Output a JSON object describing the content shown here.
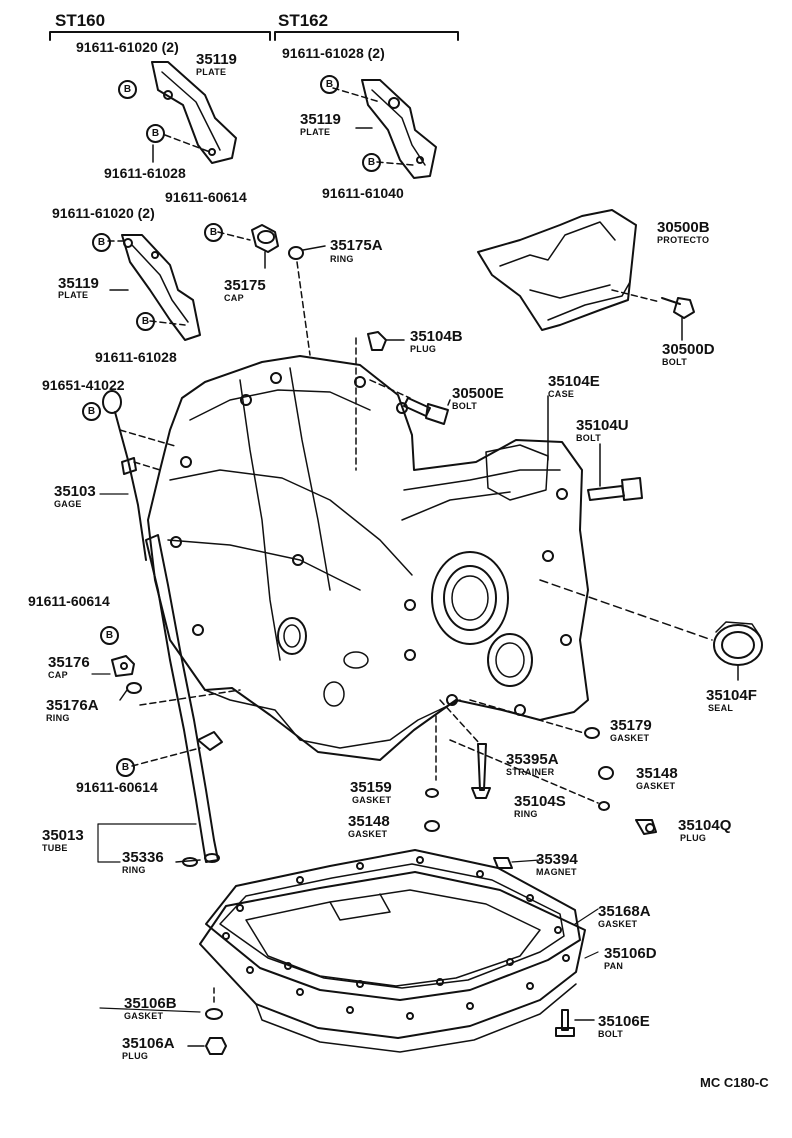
{
  "diagram": {
    "figure_code": "MC C180-C",
    "variants": [
      {
        "code": "ST160"
      },
      {
        "code": "ST162"
      }
    ],
    "bolt_marker": "B",
    "labels": [
      {
        "id": "l_91611_61020_a",
        "part": "91611-61020 (2)",
        "name": ""
      },
      {
        "id": "l_35119_a",
        "part": "35119",
        "name": "PLATE"
      },
      {
        "id": "l_91611_61028_a",
        "part": "91611-61028",
        "name": ""
      },
      {
        "id": "l_91611_61028_2",
        "part": "91611-61028 (2)",
        "name": ""
      },
      {
        "id": "l_35119_b",
        "part": "35119",
        "name": "PLATE"
      },
      {
        "id": "l_91611_61040",
        "part": "91611-61040",
        "name": ""
      },
      {
        "id": "l_91611_61020_b",
        "part": "91611-61020 (2)",
        "name": ""
      },
      {
        "id": "l_91611_60614_a",
        "part": "91611-60614",
        "name": ""
      },
      {
        "id": "l_35175a",
        "part": "35175A",
        "name": "RING"
      },
      {
        "id": "l_35119_c",
        "part": "35119",
        "name": "PLATE"
      },
      {
        "id": "l_35175",
        "part": "35175",
        "name": "CAP"
      },
      {
        "id": "l_30500b",
        "part": "30500B",
        "name": "PROTECTO"
      },
      {
        "id": "l_91611_61028_b",
        "part": "91611-61028",
        "name": ""
      },
      {
        "id": "l_35104b",
        "part": "35104B",
        "name": "PLUG"
      },
      {
        "id": "l_30500d",
        "part": "30500D",
        "name": "BOLT"
      },
      {
        "id": "l_91651_41022",
        "part": "91651-41022",
        "name": ""
      },
      {
        "id": "l_30500e",
        "part": "30500E",
        "name": "BOLT"
      },
      {
        "id": "l_35104e",
        "part": "35104E",
        "name": "CASE"
      },
      {
        "id": "l_35104u",
        "part": "35104U",
        "name": "BOLT"
      },
      {
        "id": "l_35103",
        "part": "35103",
        "name": "GAGE"
      },
      {
        "id": "l_91611_60614_b",
        "part": "91611-60614",
        "name": ""
      },
      {
        "id": "l_35176",
        "part": "35176",
        "name": "CAP"
      },
      {
        "id": "l_35104f",
        "part": "35104F",
        "name": "SEAL"
      },
      {
        "id": "l_35176a",
        "part": "35176A",
        "name": "RING"
      },
      {
        "id": "l_35179",
        "part": "35179",
        "name": "GASKET"
      },
      {
        "id": "l_35395a",
        "part": "35395A",
        "name": "STRAINER"
      },
      {
        "id": "l_91611_60614_c",
        "part": "91611-60614",
        "name": ""
      },
      {
        "id": "l_35148_a",
        "part": "35148",
        "name": "GASKET"
      },
      {
        "id": "l_35159",
        "part": "35159",
        "name": "GASKET"
      },
      {
        "id": "l_35104s",
        "part": "35104S",
        "name": "RING"
      },
      {
        "id": "l_35148_b",
        "part": "35148",
        "name": "GASKET"
      },
      {
        "id": "l_35104q",
        "part": "35104Q",
        "name": "PLUG"
      },
      {
        "id": "l_35013",
        "part": "35013",
        "name": "TUBE"
      },
      {
        "id": "l_35336",
        "part": "35336",
        "name": "RING"
      },
      {
        "id": "l_35394",
        "part": "35394",
        "name": "MAGNET"
      },
      {
        "id": "l_35168a",
        "part": "35168A",
        "name": "GASKET"
      },
      {
        "id": "l_35106d",
        "part": "35106D",
        "name": "PAN"
      },
      {
        "id": "l_35106b",
        "part": "35106B",
        "name": "GASKET"
      },
      {
        "id": "l_35106e",
        "part": "35106E",
        "name": "BOLT"
      },
      {
        "id": "l_35106a",
        "part": "35106A",
        "name": "PLUG"
      }
    ]
  }
}
